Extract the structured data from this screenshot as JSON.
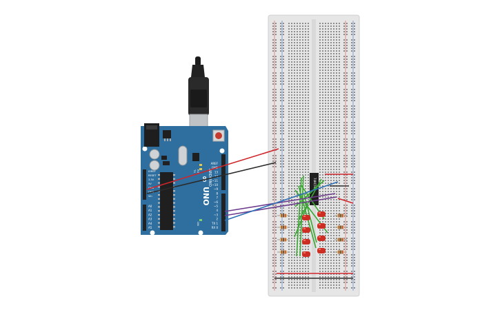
{
  "colors": {
    "canvas": "#ffffff",
    "board": "#2f6f9f",
    "board_dark": "#245a82",
    "breadboard": "#e6e6e6",
    "breadboard_hole": "#4a4a4a",
    "wire_red": "#d0262b",
    "wire_black": "#2b2b2b",
    "wire_green": "#3aa832",
    "wire_purple": "#6b3a8c",
    "wire_blue": "#2d6fb5",
    "led_red": "#cc2e24",
    "resistor": "#d9b06f"
  },
  "arduino": {
    "brand_text": "ARDUINO",
    "model_text": "UNO",
    "reset_label": "RESET",
    "icsp_label": "ICSP",
    "digital_label": "DIGITAL (PWM~)",
    "analog_label": "ANALOG IN",
    "power_label": "POWER",
    "tx_label": "TX",
    "rx_label": "RX",
    "on_label": "ON",
    "digital_pins": [
      "AREF",
      "GND",
      "13",
      "12",
      "~11",
      "~10",
      "~9",
      "8",
      "7",
      "~6",
      "~5",
      "4",
      "~3",
      "2",
      "TX 1",
      "RX 0"
    ],
    "power_pins": [
      "IOREF",
      "RESET",
      "3.3V",
      "5V",
      "GND",
      "GND",
      "Vin"
    ],
    "analog_pins": [
      "A0",
      "A1",
      "A2",
      "A3",
      "A4",
      "A5"
    ]
  },
  "chip": {
    "label": "74HC595"
  },
  "components": {
    "usb_cable": "usb-cable",
    "leds_count_visible": 8,
    "resistors_count_visible": 8
  }
}
